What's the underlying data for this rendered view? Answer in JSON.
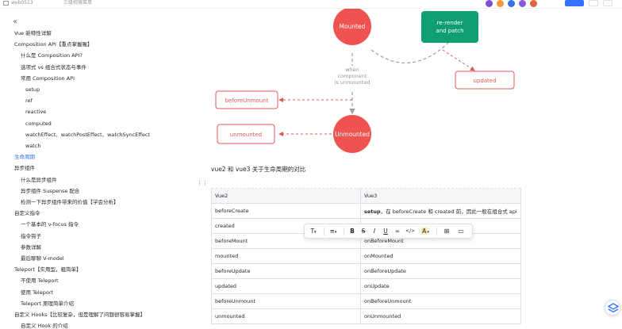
{
  "topbar": {
    "workspace": "web0513",
    "doc_name": "三级权限菜单"
  },
  "sidebar": {
    "items": [
      {
        "label": "Vue 新特性详解",
        "level": 0
      },
      {
        "label": "Composition API【重点掌握喔】",
        "level": 0
      },
      {
        "label": "什么是 Composition API?",
        "level": 1
      },
      {
        "label": "选项式 vs 组合式状态与事件",
        "level": 1
      },
      {
        "label": "常用 Composition API",
        "level": 1
      },
      {
        "label": "setup",
        "level": 2
      },
      {
        "label": "ref",
        "level": 2
      },
      {
        "label": "reactive",
        "level": 2
      },
      {
        "label": "computed",
        "level": 2
      },
      {
        "label": "watchEffect、watchPostEffect、watchSyncEffect",
        "level": 2
      },
      {
        "label": "watch",
        "level": 2
      },
      {
        "label": "生命周期",
        "level": 0,
        "active": true
      },
      {
        "label": "异步组件",
        "level": 0
      },
      {
        "label": "什么是异步组件",
        "level": 1
      },
      {
        "label": "异步组件 Suspense 配合",
        "level": 1
      },
      {
        "label": "检测一下异步组件带来的价值【学会分析】",
        "level": 1
      },
      {
        "label": "自定义指令",
        "level": 0
      },
      {
        "label": "一个基本的 v-focus 指令",
        "level": 1
      },
      {
        "label": "指令钩子",
        "level": 1
      },
      {
        "label": "参数详解",
        "level": 1
      },
      {
        "label": "最后聊聊 V-model",
        "level": 1
      },
      {
        "label": "Teleport【实用型，粗简单】",
        "level": 0
      },
      {
        "label": "不使用 Teleport",
        "level": 1
      },
      {
        "label": "使用 Teleport",
        "level": 1
      },
      {
        "label": "Teleport 原理简单介绍",
        "level": 1
      },
      {
        "label": "自定义 Hooks【比较复杂，但是理解了问题很容易掌握】",
        "level": 0
      },
      {
        "label": "自定义 Hook 的介绍",
        "level": 1
      }
    ]
  },
  "diagram": {
    "mounted": "Mounted",
    "rerender_line1": "re-render",
    "rerender_line2": "and patch",
    "updated": "updated",
    "when_line1": "when",
    "when_line2": "component",
    "when_line3": "is unmounted",
    "before_unmount": "beforeUnmount",
    "unmounted_box": "unmounted",
    "unmounted_circle": "Unmounted",
    "colors": {
      "red": "#ef5350",
      "green": "#0f9d74",
      "arrow": "#e05a5a",
      "gray": "#9aa0a6"
    }
  },
  "heading": "vue2 和 vue3 关于生命周期的对比",
  "table": {
    "header": [
      "Vue2",
      "Vue3"
    ],
    "rows": [
      {
        "vue2": "beforeCreate",
        "vue3_bold": "setup",
        "vue3": "，在 beforeCreate 和 created 前，因此一般在组合式 api"
      },
      {
        "vue2": "created",
        "vue3_bold": "",
        "vue3": ""
      },
      {
        "vue2": "beforeMount",
        "vue3_bold": "",
        "vue3": "onBeforeMount"
      },
      {
        "vue2": "mounted",
        "vue3_bold": "",
        "vue3": "onMounted"
      },
      {
        "vue2": "beforeUpdate",
        "vue3_bold": "",
        "vue3": "onBeforeUpdate"
      },
      {
        "vue2": "updated",
        "vue3_bold": "",
        "vue3": "onUpdate"
      },
      {
        "vue2": "beforeUnmount",
        "vue3_bold": "",
        "vue3": "onBeforeUnmount"
      },
      {
        "vue2": "unmounted",
        "vue3_bold": "",
        "vue3": "onUnmounted"
      }
    ]
  },
  "toolbar": {
    "text_style": "T",
    "align": "≡",
    "bold": "B",
    "strike": "S",
    "italic": "I",
    "underline": "U",
    "link": "∞",
    "code": "</>",
    "color": "A",
    "accent": "#f7b500"
  }
}
